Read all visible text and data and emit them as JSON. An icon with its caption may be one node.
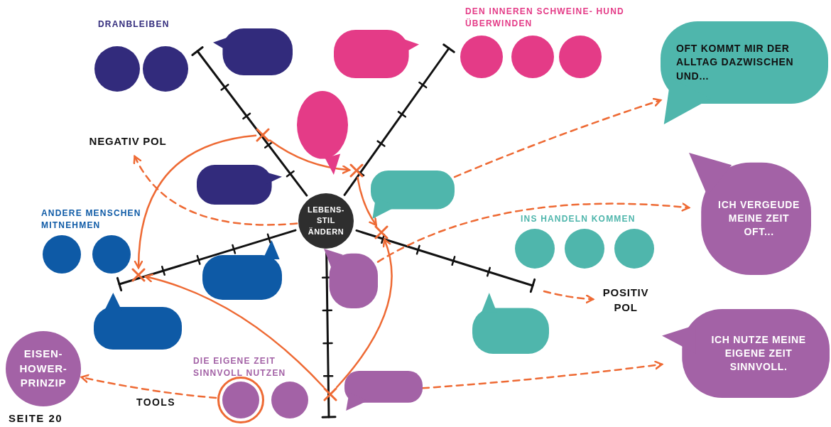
{
  "diagram": {
    "nodes": [
      {
        "text": [],
        "shape": "circle"
      },
      {
        "text": [],
        "shape": "circle"
      },
      {
        "text": [],
        "shape": "bubble"
      },
      {
        "text": [],
        "shape": "bubble"
      },
      {
        "text": [],
        "shape": "circle"
      },
      {
        "text": [],
        "shape": "circle"
      },
      {
        "text": [],
        "shape": "circle"
      },
      {
        "text": [
          "OFT KOMMT MIR DER ALLTAG DAZWISCHEN UND..."
        ]
      },
      {
        "text": [],
        "shape": "bubble"
      },
      {
        "text": [
          "NEGATIV POL"
        ]
      },
      {
        "text": [],
        "shape": "bubble"
      },
      {
        "text": [],
        "shape": "bubble"
      },
      {
        "text": [
          "ICH VERGEUDE MEINE ZEIT OFT..."
        ]
      },
      {
        "text": [
          "LEBENS- STIL ÄNDERN"
        ]
      },
      {
        "text": [],
        "shape": "circle"
      },
      {
        "text": [],
        "shape": "circle"
      },
      {
        "text": [],
        "shape": "bubble"
      },
      {
        "text": [],
        "shape": "bubble"
      },
      {
        "text": [],
        "shape": "circle"
      },
      {
        "text": [],
        "shape": "circle"
      },
      {
        "text": [],
        "shape": "circle"
      },
      {
        "text": [
          "POSITIV POL"
        ]
      },
      {
        "text": [],
        "shape": "bubble"
      },
      {
        "text": [],
        "shape": "bubble"
      },
      {
        "text": [
          "ICH NUTZE MEINE EIGENE ZEIT SINNVOLL."
        ]
      },
      {
        "text": [
          "EISEN- HOWER- PRINZIP"
        ],
        "beside": [
          "SEITE 20"
        ]
      },
      {
        "text": [],
        "shape": "circle"
      },
      {
        "text": [],
        "shape": "circle"
      },
      {
        "text": [],
        "shape": "bubble"
      },
      {
        "text": [],
        "shape": "cross"
      },
      {
        "text": [],
        "shape": "cross"
      },
      {
        "text": [],
        "shape": "cross"
      },
      {
        "text": [],
        "shape": "cross"
      },
      {
        "text": [],
        "shape": "cross"
      }
    ],
    "edges": [
      {
        "from": 13,
        "to": 9,
        "arrow": "to",
        "style": "dashed"
      },
      {
        "from": null,
        "to": 21,
        "arrow": "to",
        "style": "dashed"
      },
      {
        "from": 11,
        "to": 7,
        "arrow": "to",
        "style": "dashed"
      },
      {
        "from": 17,
        "to": 12,
        "arrow": "to",
        "style": "dashed"
      },
      {
        "from": 28,
        "to": 24,
        "arrow": "to",
        "style": "dashed"
      },
      {
        "from": 26,
        "to": 25,
        "arrow": "to",
        "style": "dashed",
        "label": "TOOLS"
      },
      {
        "from": 29,
        "to": 30,
        "arrow": "to"
      },
      {
        "from": 30,
        "to": 31,
        "arrow": "to"
      },
      {
        "from": 32,
        "to": 31,
        "arrow": "to"
      },
      {
        "from": 32,
        "to": 33,
        "arrow": "to"
      },
      {
        "from": 29,
        "to": 33,
        "arrow": "to"
      }
    ],
    "labels": [
      "DRANBLEIBEN",
      "DEN INNEREN SCHWEINE- HUND ÜBERWINDEN",
      "ANDERE MENSCHEN MITNEHMEN",
      "INS HANDELN KOMMEN",
      "DIE EIGENE ZEIT SINNVOLL NUTZEN"
    ]
  }
}
